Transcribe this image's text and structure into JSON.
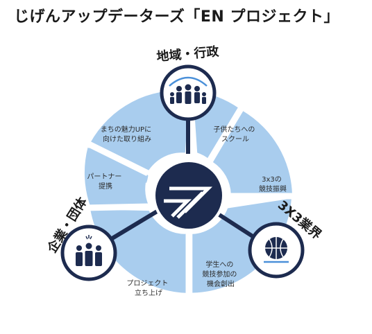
{
  "title": "じげんアップデーターズ「EN プロジェクト」",
  "colors": {
    "navy": "#1d2b4f",
    "light_blue": "#a9cdee",
    "center_fill": "#ffffff",
    "text": "#2b2b2b"
  },
  "hubs": {
    "top": {
      "label": "地域・行政",
      "icon": "family-icon"
    },
    "left": {
      "label": "企業・団体",
      "icon": "business-people-icon"
    },
    "right": {
      "label": "3X3業界",
      "icon": "basketball-icon"
    }
  },
  "segments": {
    "top_left": {
      "lines": [
        "まちの魅力UPに",
        "向けた取り組み"
      ]
    },
    "top_right": {
      "lines": [
        "子供たちへの",
        "スクール"
      ]
    },
    "right_upper": {
      "lines": [
        "3x3の",
        "競技振興"
      ]
    },
    "right_lower": {
      "lines": [
        "学生への",
        "競技参加の",
        "機会創出"
      ]
    },
    "bottom": {
      "lines": [
        "プロジェクト",
        "立ち上げ"
      ]
    },
    "left_upper": {
      "lines": [
        "パートナー",
        "提携"
      ]
    }
  },
  "center": {
    "icon": "en-logo-icon"
  }
}
